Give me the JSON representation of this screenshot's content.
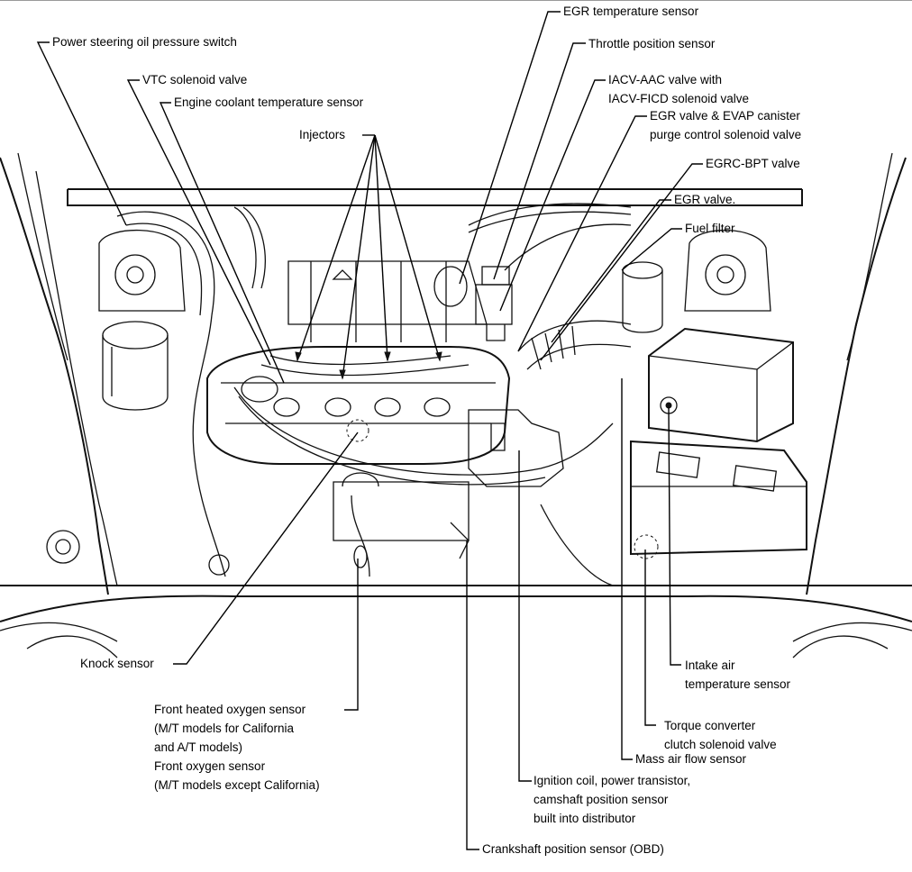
{
  "labels": {
    "power_steering": [
      "Power steering oil pressure switch"
    ],
    "vtc": [
      "VTC solenoid valve"
    ],
    "coolant": [
      "Engine coolant temperature sensor"
    ],
    "injectors": [
      "Injectors"
    ],
    "egr_temp": [
      "EGR temperature sensor"
    ],
    "throttle": [
      "Throttle position sensor"
    ],
    "iacv": [
      "IACV-AAC valve with",
      "IACV-FICD solenoid valve"
    ],
    "egr_evap": [
      "EGR valve & EVAP canister",
      "purge control solenoid valve"
    ],
    "egrc_bpt": [
      "EGRC-BPT valve"
    ],
    "egr_valve": [
      "EGR valve."
    ],
    "fuel_filter": [
      "Fuel filter"
    ],
    "knock": [
      "Knock sensor"
    ],
    "oxygen": [
      "Front heated oxygen sensor",
      "(M/T models for California",
      "and A/T models)",
      "Front oxygen sensor",
      "(M/T models except California)"
    ],
    "intake_air": [
      "Intake air",
      "temperature sensor"
    ],
    "torque": [
      "Torque converter",
      "clutch solenoid valve"
    ],
    "maf": [
      "Mass air flow sensor"
    ],
    "ignition": [
      "Ignition coil, power transistor,",
      "camshaft position sensor",
      "built into distributor"
    ],
    "crank": [
      "Crankshaft position sensor (OBD)"
    ]
  }
}
